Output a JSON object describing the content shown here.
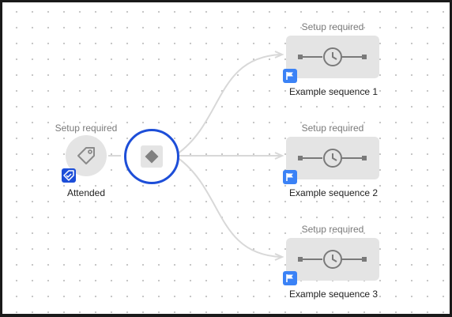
{
  "trigger": {
    "status": "Setup required",
    "label": "Attended",
    "icon": "tag-icon",
    "badge_icon": "tag-check-icon"
  },
  "decision": {
    "icon": "diamond-icon",
    "selected": true
  },
  "sequences": [
    {
      "status": "Setup required",
      "label": "Example sequence 1",
      "icon": "clock-timeline-icon",
      "badge_icon": "flag-icon"
    },
    {
      "status": "Setup required",
      "label": "Example sequence 2",
      "icon": "clock-timeline-icon",
      "badge_icon": "flag-icon"
    },
    {
      "status": "Setup required",
      "label": "Example sequence 3",
      "icon": "clock-timeline-icon",
      "badge_icon": "flag-icon"
    }
  ],
  "colors": {
    "accent": "#1d4ed8",
    "flag": "#3b82f6",
    "node_fill": "#e4e4e4",
    "edge": "#d8d8d8",
    "status_text": "#7a7a7a"
  }
}
